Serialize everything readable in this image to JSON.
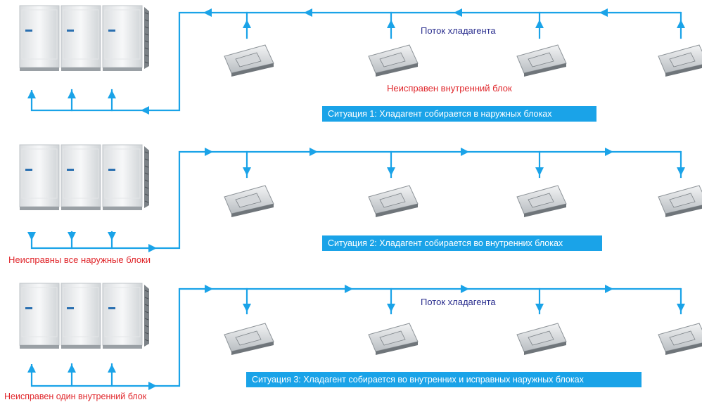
{
  "colors": {
    "pipe": "#1aa3e8",
    "label_blue": "#2b2f8f",
    "label_red": "#e0262b",
    "box_bg": "#1aa3e8",
    "box_text": "#ffffff"
  },
  "situation1": {
    "flow_label": "Поток хладагента",
    "fault_label": "Неисправен внутренний блок",
    "caption": "Ситуация 1: Хладагент собирается в наружных блоках"
  },
  "situation2": {
    "fault_label": "Неисправны все наружные блоки",
    "caption": "Ситуация 2: Хладагент собирается во внутренних блоках"
  },
  "situation3": {
    "flow_label": "Поток хладагента",
    "fault_label": "Неисправен один внутренний блок",
    "caption": "Ситуация 3: Хладагент собирается во внутренних и исправных наружных блоках"
  }
}
